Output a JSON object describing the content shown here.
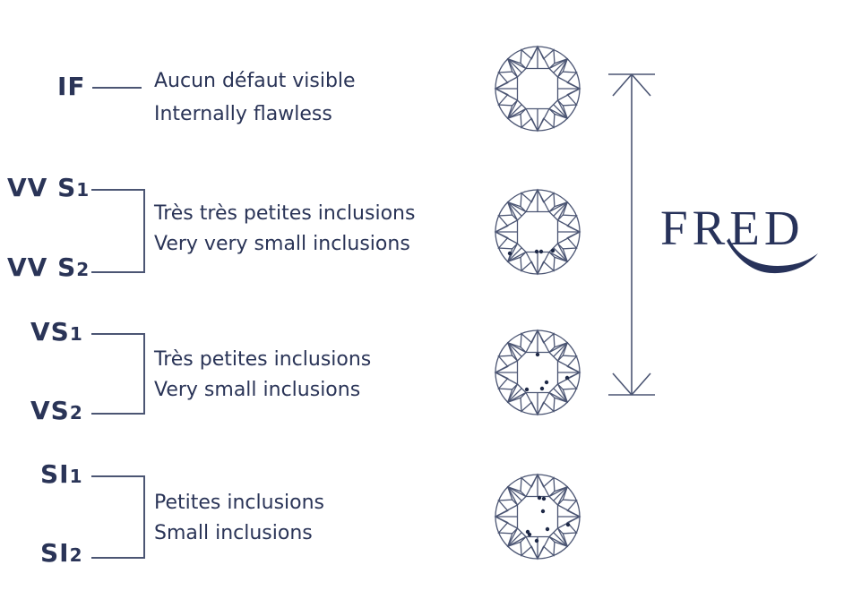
{
  "palette": {
    "ink": "#2a3457",
    "line": "#4b5573",
    "dot": "#1e2947",
    "brand": "#27325a",
    "background": "#ffffff"
  },
  "brand": {
    "name": "FRED"
  },
  "rows": [
    {
      "labels": [
        {
          "text": "IF",
          "num": ""
        }
      ],
      "fr": "Aucun défaut visible",
      "en": "Internally flawless"
    },
    {
      "labels": [
        {
          "text": "VV S",
          "num": "1"
        },
        {
          "text": "VV S",
          "num": "2"
        }
      ],
      "fr": "Très très petites inclusions",
      "en": "Very very small inclusions"
    },
    {
      "labels": [
        {
          "text": "VS",
          "num": "1"
        },
        {
          "text": "VS",
          "num": "2"
        }
      ],
      "fr": "Très petites inclusions",
      "en": "Very small inclusions"
    },
    {
      "labels": [
        {
          "text": "SI",
          "num": "1"
        },
        {
          "text": "SI",
          "num": "2"
        }
      ],
      "fr": "Petites inclusions",
      "en": "Small inclusions"
    }
  ],
  "diamonds": [
    {
      "grade": "IF",
      "dots": []
    },
    {
      "grade": "VVS",
      "dots": [
        [
          -31,
          24
        ],
        [
          -1,
          22
        ],
        [
          4,
          22
        ],
        [
          17,
          21
        ]
      ]
    },
    {
      "grade": "VS",
      "dots": [
        [
          0,
          -20
        ],
        [
          33,
          6
        ],
        [
          10,
          11
        ],
        [
          -12,
          19
        ],
        [
          5,
          18
        ]
      ]
    },
    {
      "grade": "SI",
      "dots": [
        [
          2,
          -21
        ],
        [
          7,
          -20
        ],
        [
          6,
          -6
        ],
        [
          34,
          9
        ],
        [
          11,
          14
        ],
        [
          -11,
          17
        ],
        [
          -9,
          20
        ],
        [
          -1,
          27
        ]
      ]
    }
  ]
}
